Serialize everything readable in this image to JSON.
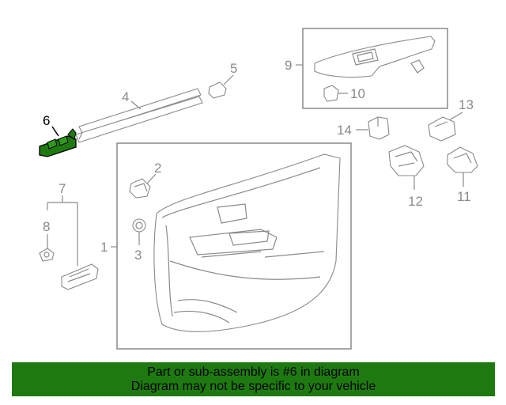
{
  "diagram": {
    "callouts": {
      "c1": "1",
      "c2": "2",
      "c3": "3",
      "c4": "4",
      "c5": "5",
      "c6": "6",
      "c7": "7",
      "c8": "8",
      "c9": "9",
      "c10": "10",
      "c11": "11",
      "c12": "12",
      "c13": "13",
      "c14": "14"
    },
    "highlighted_part": "6",
    "highlight_color": "#1e7a10",
    "banner_color": "#1e7a10"
  },
  "banner": {
    "line1": "Part or sub-assembly is #6 in diagram",
    "line2": "Diagram may not be specific to your vehicle"
  }
}
